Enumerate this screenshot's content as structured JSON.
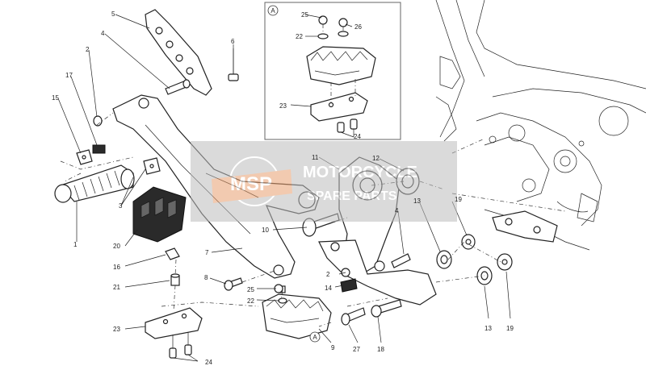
{
  "labels": {
    "p1": "1",
    "p2a": "2",
    "p2b": "2",
    "p3": "3",
    "p4a": "4",
    "p4b": "4",
    "p5": "5",
    "p6": "6",
    "p7": "7",
    "p8": "8",
    "p9": "9",
    "p10": "10",
    "p11": "11",
    "p12": "12",
    "p13a": "13",
    "p13b": "13",
    "p14": "14",
    "p15": "15",
    "p16": "16",
    "p17": "17",
    "p18": "18",
    "p19a": "19",
    "p19b": "19",
    "p20": "20",
    "p21": "21",
    "p22a": "22",
    "p22b": "22",
    "p23a": "23",
    "p23b": "23",
    "p24a": "24",
    "p24b": "24",
    "p25a": "25",
    "p25b": "25",
    "p26": "26",
    "p27": "27",
    "detail_a": "A",
    "ref_a": "A"
  },
  "watermark": {
    "logo": "MSP",
    "line1": "MOTORCYCLE",
    "line2": "SPARE PARTS"
  },
  "colors": {
    "watermark_bg": "#c8c8c8",
    "logo_orange": "#e8a070",
    "line": "#222222"
  }
}
